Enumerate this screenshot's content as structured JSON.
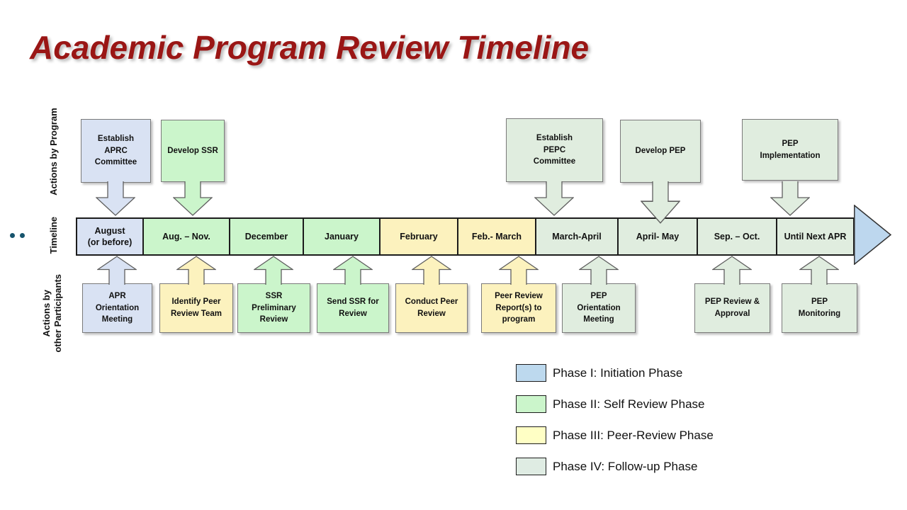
{
  "title": {
    "text": "Academic Program Review Timeline",
    "color": "#9A1615"
  },
  "side_labels": {
    "top": "Actions by Program",
    "middle": "Timeline",
    "bottom": "Actions by\nother Participants"
  },
  "decor": {
    "dot_color": "#17546D"
  },
  "phases": {
    "phase1": {
      "name": "Initiation Phase",
      "color": "#D9E2F3"
    },
    "phase2": {
      "name": "Self Review Phase",
      "color": "#CBF5CB"
    },
    "phase3": {
      "name": "Peer-Review Phase",
      "color": "#FCF2BE"
    },
    "phase4": {
      "name": "Follow-up Phase",
      "color": "#E0EDDF"
    }
  },
  "timeline": {
    "arrowhead_color": "#BDD7EE",
    "segments": [
      {
        "label": "August\n(or before)",
        "phase": "phase1"
      },
      {
        "label": "Aug. – Nov.",
        "phase": "phase2"
      },
      {
        "label": "December",
        "phase": "phase2"
      },
      {
        "label": "January",
        "phase": "phase2"
      },
      {
        "label": "February",
        "phase": "phase3"
      },
      {
        "label": "Feb.- March",
        "phase": "phase3"
      },
      {
        "label": "March-April",
        "phase": "phase4"
      },
      {
        "label": "April- May",
        "phase": "phase4"
      },
      {
        "label": "Sep. – Oct.",
        "phase": "phase4"
      },
      {
        "label": "Until Next APR",
        "phase": "phase4"
      }
    ]
  },
  "top_actions": [
    {
      "label": "Establish\nAPRC\nCommittee",
      "phase": "phase1"
    },
    {
      "label": "Develop SSR",
      "phase": "phase2"
    },
    {
      "label": "Establish\nPEPC\nCommittee",
      "phase": "phase4"
    },
    {
      "label": "Develop PEP",
      "phase": "phase4"
    },
    {
      "label": "PEP\nImplementation",
      "phase": "phase4"
    }
  ],
  "bottom_actions": [
    {
      "label": "APR\nOrientation\nMeeting",
      "phase": "phase1"
    },
    {
      "label": "Identify Peer\nReview Team",
      "phase": "phase3"
    },
    {
      "label": "SSR\nPreliminary\nReview",
      "phase": "phase2"
    },
    {
      "label": "Send SSR for\nReview",
      "phase": "phase2"
    },
    {
      "label": "Conduct Peer\nReview",
      "phase": "phase3"
    },
    {
      "label": "Peer Review\nReport(s) to\nprogram",
      "phase": "phase3"
    },
    {
      "label": "PEP\nOrientation\nMeeting",
      "phase": "phase4"
    },
    {
      "label": "PEP Review &\nApproval",
      "phase": "phase4"
    },
    {
      "label": "PEP\nMonitoring",
      "phase": "phase4"
    }
  ],
  "legend": {
    "items": [
      {
        "label": "Phase I: Initiation Phase",
        "color": "#BDD9EE"
      },
      {
        "label": "Phase II: Self Review Phase",
        "color": "#CBF5CB"
      },
      {
        "label": "Phase III: Peer-Review Phase",
        "color": "#FFFFC5"
      },
      {
        "label": "Phase IV: Follow-up Phase",
        "color": "#DFECE3"
      }
    ]
  }
}
